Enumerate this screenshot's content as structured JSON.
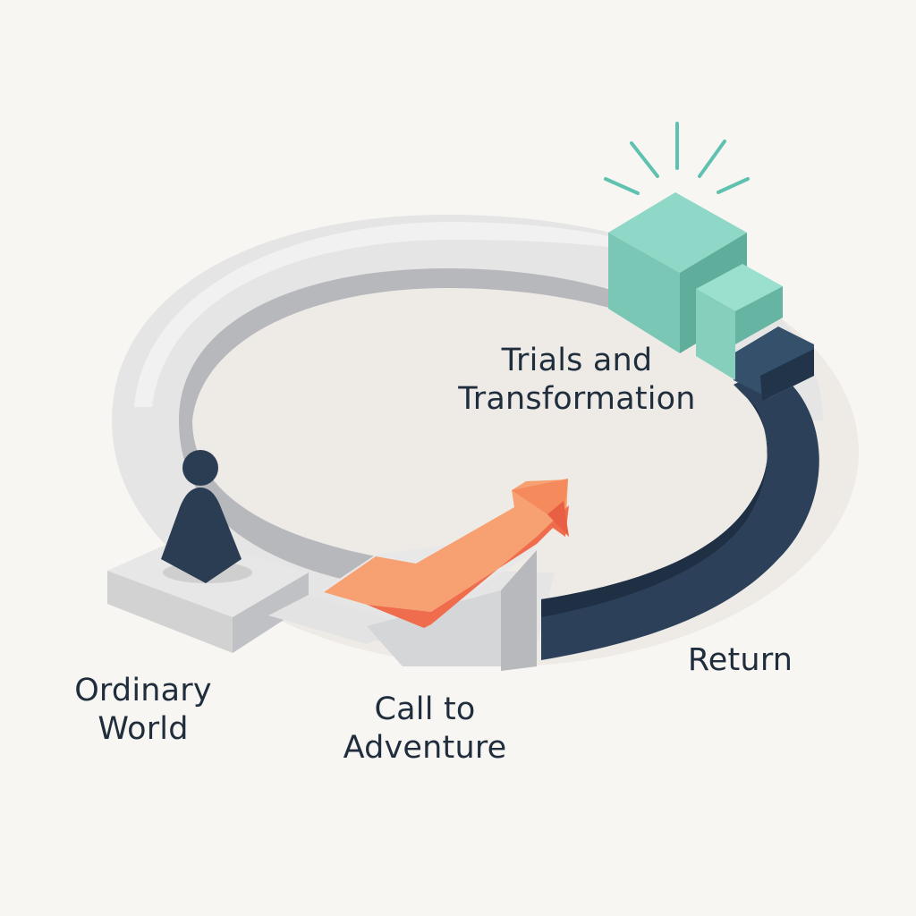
{
  "stages": [
    {
      "id": "ordinary-world",
      "lines": [
        "Ordinary",
        "World"
      ]
    },
    {
      "id": "call-to-adventure",
      "lines": [
        "Call to",
        "Adventure"
      ]
    },
    {
      "id": "trials-and-transformation",
      "lines": [
        "Trials and",
        "Transformation"
      ]
    },
    {
      "id": "return",
      "lines": [
        "Return"
      ]
    }
  ],
  "colors": {
    "background": "#f8f6f2",
    "ring_light": "#e6e6e6",
    "ring_shadow": "#a9abaf",
    "hero_navy": "#2b3d52",
    "return_navy": "#2c4159",
    "arrow_orange": "#f5875c",
    "cube_teal": "#7ecdbc",
    "text": "#1f2d3d"
  },
  "icons": [
    "hero-figure-icon",
    "arrow-icon",
    "cube-icon",
    "burst-rays-icon"
  ]
}
